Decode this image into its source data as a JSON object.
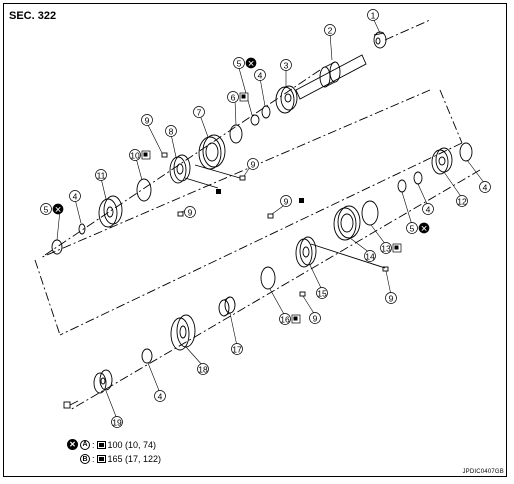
{
  "section_label": "SEC. 322",
  "figure_code": "JPDIC0407GB",
  "callouts": [
    {
      "id": "c1",
      "num": "1"
    },
    {
      "id": "c2",
      "num": "2"
    },
    {
      "id": "c3",
      "num": "3"
    },
    {
      "id": "c4a",
      "num": "4"
    },
    {
      "id": "c5a",
      "num": "5"
    },
    {
      "id": "c6",
      "num": "6"
    },
    {
      "id": "c7",
      "num": "7"
    },
    {
      "id": "c8",
      "num": "8"
    },
    {
      "id": "c9a",
      "num": "9"
    },
    {
      "id": "c9b",
      "num": "9"
    },
    {
      "id": "c9c",
      "num": "9"
    },
    {
      "id": "c10",
      "num": "10"
    },
    {
      "id": "c11",
      "num": "11"
    },
    {
      "id": "c4b",
      "num": "4"
    },
    {
      "id": "c5b",
      "num": "5"
    },
    {
      "id": "c4c",
      "num": "4"
    },
    {
      "id": "c12",
      "num": "12"
    },
    {
      "id": "c5c",
      "num": "5"
    },
    {
      "id": "c4d",
      "num": "4"
    },
    {
      "id": "c13",
      "num": "13"
    },
    {
      "id": "c14",
      "num": "14"
    },
    {
      "id": "c9d",
      "num": "9"
    },
    {
      "id": "c9e",
      "num": "9"
    },
    {
      "id": "c9f",
      "num": "9"
    },
    {
      "id": "c15",
      "num": "15"
    },
    {
      "id": "c16",
      "num": "16"
    },
    {
      "id": "c17",
      "num": "17"
    },
    {
      "id": "c18",
      "num": "18"
    },
    {
      "id": "c4e",
      "num": "4"
    },
    {
      "id": "c19",
      "num": "19"
    }
  ],
  "legend": [
    {
      "mark": "A",
      "value": "100 (10, 74)"
    },
    {
      "mark": "B",
      "value": "165 (17, 122)"
    }
  ],
  "colors": {
    "line": "#000000",
    "background": "#ffffff"
  }
}
